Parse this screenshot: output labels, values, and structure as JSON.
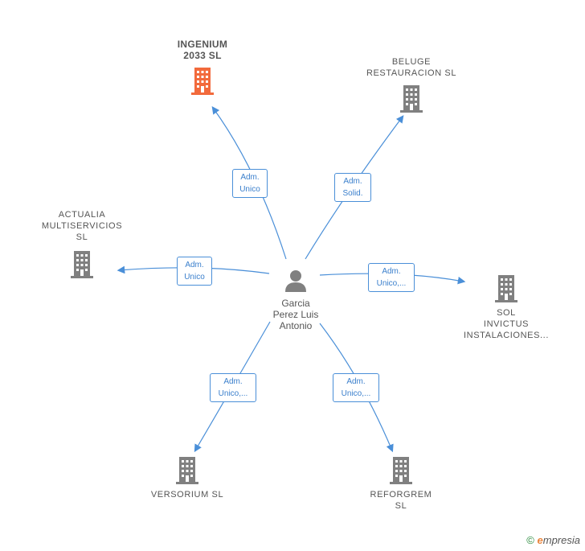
{
  "center": {
    "name": "Garcia\nPerez Luis\nAntonio"
  },
  "companies": [
    {
      "id": "ingenium",
      "name": "INGENIUM\n2033  SL",
      "color": "#f26a3c"
    },
    {
      "id": "beluge",
      "name": "BELUGE\nRESTAURACION SL",
      "color": "#808080"
    },
    {
      "id": "actualia",
      "name": "ACTUALIA\nMULTISERVICIOS\nSL",
      "color": "#808080"
    },
    {
      "id": "sol",
      "name": "SOL\nINVICTUS\nINSTALACIONES...",
      "color": "#808080"
    },
    {
      "id": "versorium",
      "name": "VERSORIUM SL",
      "color": "#808080"
    },
    {
      "id": "reforgrem",
      "name": "REFORGREM\nSL",
      "color": "#808080"
    }
  ],
  "roles": [
    {
      "target": "ingenium",
      "label": "Adm.\nUnico"
    },
    {
      "target": "beluge",
      "label": "Adm.\nSolid."
    },
    {
      "target": "actualia",
      "label": "Adm.\nUnico"
    },
    {
      "target": "sol",
      "label": "Adm.\nUnico,..."
    },
    {
      "target": "versorium",
      "label": "Adm.\nUnico,..."
    },
    {
      "target": "reforgrem",
      "label": "Adm.\nUnico,..."
    }
  ],
  "footer": {
    "copyright": "©",
    "brand_e": "e",
    "brand_rest": "mpresia"
  },
  "colors": {
    "edge": "#4a8fd8",
    "highlight": "#f26a3c",
    "building": "#808080",
    "person": "#808080"
  },
  "icons": {
    "company": "building-icon",
    "person": "person-icon"
  }
}
